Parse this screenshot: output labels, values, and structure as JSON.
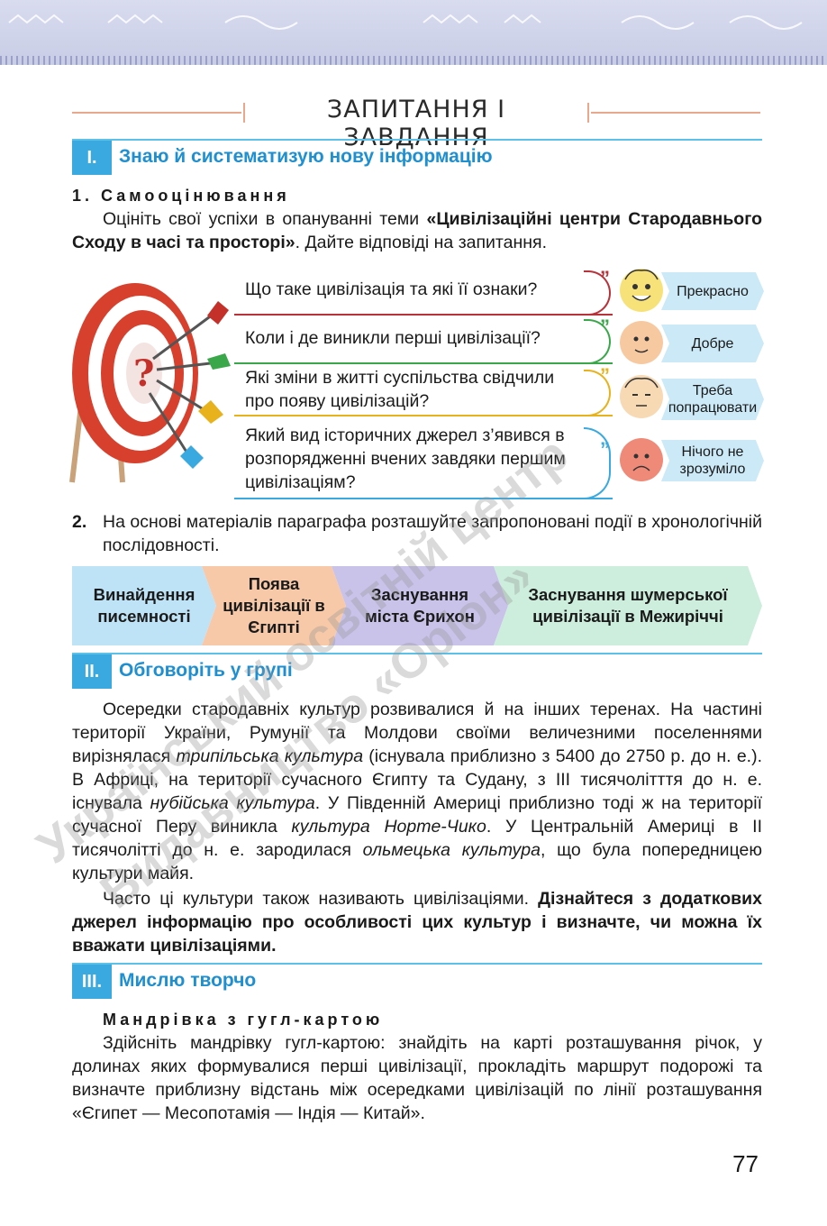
{
  "header": {
    "title": "ЗАПИТАННЯ І ЗАВДАННЯ"
  },
  "section1": {
    "num": "I.",
    "title": "Знаю й систематизую нову інформацію",
    "task1_heading": "1. Самооцінювання",
    "task1_text_a": "Оцініть свої успіхи в опануванні теми ",
    "task1_text_bold": "«Цивілізаційні центри Стародавнього Сходу в часі та просторі»",
    "task1_text_b": ". Дайте відповіді на запитання.",
    "questions": [
      "Що таке цивілізація та які її ознаки?",
      "Коли і де виникли перші цивілізації?",
      "Які зміни в житті суспільства свідчили про появу цивілізацій?",
      "Який вид історичних джерел з’явився в розпорядженні вчених завдяки першим цивілізаціям?"
    ],
    "ratings": [
      "Прекрасно",
      "Добре",
      "Треба попрацювати",
      "Нічого не зрозуміло"
    ],
    "target_symbol": "?",
    "task2_num": "2.",
    "task2_text": "На основі матеріалів параграфа розташуйте запропоновані події в хронологічній послідовності.",
    "events": [
      "Винайдення писемності",
      "Поява цивілізації в Єгипті",
      "Заснування міста Єрихон",
      "Заснування шумерської цивілізації в Межиріччі"
    ]
  },
  "section2": {
    "num": "II.",
    "title": "Обговоріть у групі",
    "p1": [
      {
        "t": "Осередки стародавніх культур розвивалися й на інших теренах. На частині території України, Румунії та Молдови своїми величезними поселеннями вирізнялася ",
        "s": "n"
      },
      {
        "t": "трипільська культура",
        "s": "i"
      },
      {
        "t": " (існувала приблизно з 5400 до 2750 р. до н. е.). В Африці, на території сучасного Єгипту та Судану, з III тисячолітття до н. е. існувала ",
        "s": "n"
      },
      {
        "t": "нубійська культура",
        "s": "i"
      },
      {
        "t": ". У Південній Америці приблизно тоді ж на території сучасної Перу виникла ",
        "s": "n"
      },
      {
        "t": "культура Норте-Чико",
        "s": "i"
      },
      {
        "t": ". У Центральній Америці в II тисячолітті до н. е. зародилася ",
        "s": "n"
      },
      {
        "t": "ольмецька культура",
        "s": "i"
      },
      {
        "t": ", що була попередницею культури майя.",
        "s": "n"
      }
    ],
    "p2": [
      {
        "t": "Часто ці культури також називають цивілізаціями. ",
        "s": "n"
      },
      {
        "t": "Дізнайтеся з додаткових джерел інформацію про особливості цих культур і визначте, чи можна їх вважати цивілізаціями.",
        "s": "b"
      }
    ]
  },
  "section3": {
    "num": "III.",
    "title": "Мислю творчо",
    "subheading": "Мандрівка з гугл-картою",
    "text": "Здійсніть мандрівку гугл-картою: знайдіть на карті розташування річок, у долинах яких формувалися перші цивілізації, прокладіть маршрут подорожі та визначте приблизну відстань між осередками цивілізацій по лінії розташування «Єгипет — Месопотамія — Індія — Китай»."
  },
  "watermark": [
    "Український освітній центр",
    "Видавництво «Оріон»"
  ],
  "page_number": "77",
  "colors": {
    "accent_blue": "#3aa9e0",
    "heading_blue": "#1e8fd1",
    "q1": "#b8323a",
    "q2": "#3aa84a",
    "q3": "#e8b21c",
    "q4": "#3aa9e0",
    "ev1": "#bfe3f6",
    "ev2": "#f7c9a8",
    "ev3": "#c9c3ea",
    "ev4": "#cdeedd"
  }
}
